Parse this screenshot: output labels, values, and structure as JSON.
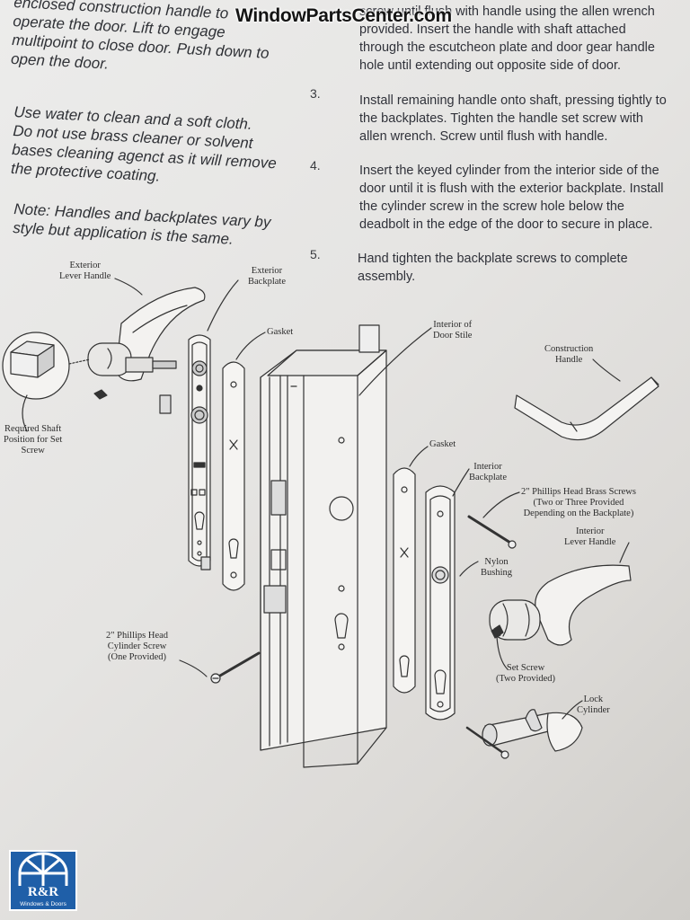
{
  "watermark": "WindowPartsCenter.com",
  "left_column": {
    "para_top_partial": "enclosed construction handle to operate the door. Lift to engage multipoint to close door. Push down to open the door.",
    "para_top_lines": [
      "enclosed construction handle to",
      "operate the door.  Lift to engage",
      "multipoint to close door.  Push down to",
      "open the door."
    ],
    "cleaning_lines": [
      "Use water to clean and a soft cloth.",
      "Do not use brass cleaner or solvent",
      "bases cleaning agenct as it will remove",
      "the protective coating."
    ],
    "note_lines": [
      "Note:  Handles and backplates vary by",
      "style but application is the same."
    ]
  },
  "right_column": {
    "step2_lines": [
      "screw until flush with handle using the allen wrench",
      "provided.  Insert the handle with shaft attached",
      "through the escutcheon plate and door gear handle",
      "hole until extending out opposite side of door."
    ],
    "steps": [
      {
        "number": "3.",
        "lines": [
          "Install remaining handle onto shaft, pressing tightly to",
          "the backplates.  Tighten the handle set screw with",
          "allen wrench.  Screw until flush with handle."
        ]
      },
      {
        "number": "4.",
        "lines": [
          "Insert the keyed cylinder from the interior side of the",
          "door until it is flush with the exterior backplate.  Install",
          "the cylinder screw in the screw hole below the",
          "deadbolt in the edge of the door to secure in place."
        ]
      },
      {
        "number": "5.",
        "lines": [
          "Hand tighten the backplate screws to complete",
          "assembly."
        ]
      }
    ]
  },
  "diagram_labels": {
    "exterior_lever_handle": [
      "Exterior",
      "Lever Handle"
    ],
    "exterior_backplate": [
      "Exterior",
      "Backplate"
    ],
    "gasket_left": "Gasket",
    "interior_door_stile": [
      "Interior of",
      "Door Stile"
    ],
    "construction_handle": [
      "Construction",
      "Handle"
    ],
    "required_shaft": [
      "Required Shaft",
      "Position for Set",
      "Screw"
    ],
    "gasket_right": "Gasket",
    "interior_backplate": [
      "Interior",
      "Backplate"
    ],
    "brass_screws": [
      "2\" Phillips Head Brass Screws",
      "(Two or Three Provided",
      "Depending on the Backplate)"
    ],
    "interior_lever_handle": [
      "Interior",
      "Lever Handle"
    ],
    "nylon_bushing": [
      "Nylon",
      "Bushing"
    ],
    "cylinder_screw": [
      "2\" Phillips Head",
      "Cylinder Screw",
      "(One Provided)"
    ],
    "set_screw": [
      "Set Screw",
      "(Two Provided)"
    ],
    "lock_cylinder": [
      "Lock",
      "Cylinder"
    ]
  },
  "logo": {
    "title": "R&R",
    "subtitle": "Windows & Doors"
  },
  "colors": {
    "paper": "#e6e5e3",
    "ink": "#2b2d31",
    "logo_blue": "#1f5fa8"
  }
}
